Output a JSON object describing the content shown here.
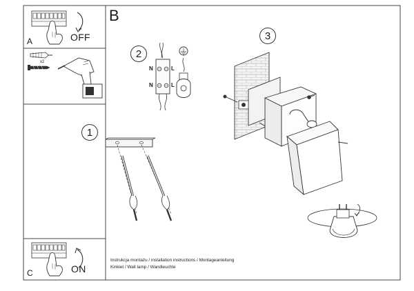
{
  "panels": {
    "a": {
      "letter": "A",
      "state": "OFF"
    },
    "b": {
      "letter": "B"
    },
    "c": {
      "letter": "C",
      "state": "ON"
    }
  },
  "anchors": {
    "count": "x2"
  },
  "steps": [
    "1",
    "2",
    "3"
  ],
  "wiring": {
    "neutral": "N",
    "live": "L"
  },
  "caption": {
    "line1": "Instrukcja montażu / installation instructions / Montageanleitung",
    "line2": "Kinkiet / Wall lamp / Wandleuchte"
  },
  "colors": {
    "line": "#333333",
    "frame": "#444444",
    "fill": "#f2f2f2"
  }
}
